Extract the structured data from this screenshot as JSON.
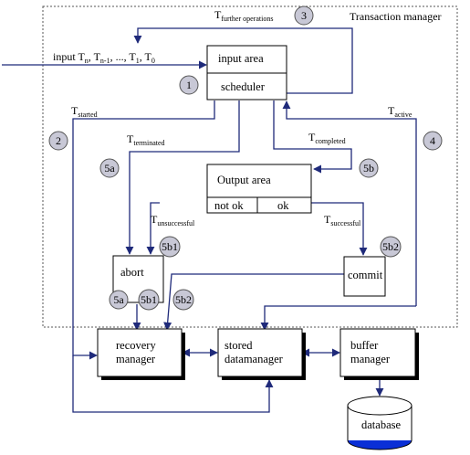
{
  "transaction_manager": {
    "title": "Transaction manager"
  },
  "input": {
    "label": "input T",
    "sub_n": "n",
    "sep1": ", T",
    "sub_n1": "n-1",
    "rest": ", ..., T",
    "sub_1": "1",
    "sep2": ", T",
    "sub_0": "0"
  },
  "further_ops": {
    "main": "T",
    "sub": "further operations"
  },
  "t_started": {
    "main": "T",
    "sub": "started"
  },
  "t_active": {
    "main": "T",
    "sub": "active"
  },
  "t_terminated": {
    "main": "T",
    "sub": "terminated"
  },
  "t_completed": {
    "main": "T",
    "sub": "completed"
  },
  "t_unsuccessful": {
    "main": "T",
    "sub": "unsuccessful"
  },
  "t_successful": {
    "main": "T",
    "sub": "successful"
  },
  "boxes": {
    "input_area": "input area",
    "scheduler": "scheduler",
    "output_area": "Output area",
    "not_ok": "not ok",
    "ok": "ok",
    "abort": "abort",
    "commit": "commit",
    "recovery_line1": "recovery",
    "recovery_line2": "manager",
    "stored_line1": "stored",
    "stored_line2": "datamanager",
    "buffer_line1": "buffer",
    "buffer_line2": "manager",
    "database": "database"
  },
  "circles": {
    "c1": "1",
    "c2": "2",
    "c3": "3",
    "c4": "4",
    "c5a_top": "5a",
    "c5b": "5b",
    "c5b1_top": "5b1",
    "c5b2_top": "5b2",
    "c5a_abort": "5a",
    "c5b1_abort": "5b1",
    "c5b2_bottom": "5b2"
  },
  "colors": {
    "arrow": "#1f2a7a",
    "circle_fill": "#c8c8d6",
    "shadow": "#000000",
    "database_fill": "#0a2fd6",
    "border_dash": "#555555"
  }
}
